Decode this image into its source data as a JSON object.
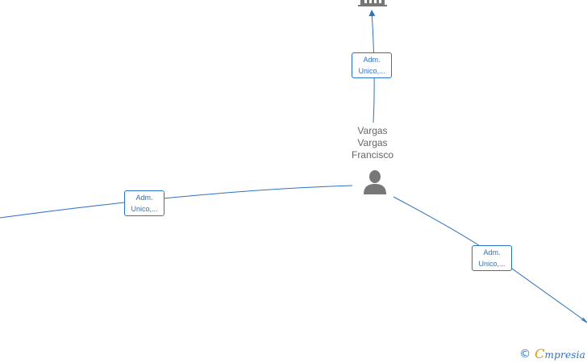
{
  "graph": {
    "person": {
      "name_lines": [
        "Vargas",
        "Vargas",
        "Francisco"
      ]
    },
    "edges": [
      {
        "label_lines": [
          "Adm.",
          "Unico,..."
        ]
      },
      {
        "label_lines": [
          "Adm.",
          "Unico,..."
        ]
      },
      {
        "label_lines": [
          "Adm.",
          "Unico,..."
        ]
      }
    ],
    "icons": {
      "person": "person-icon",
      "company": "building-icon"
    },
    "colors": {
      "edge": "#2b72c9",
      "node_icon": "#777777",
      "text": "#666666",
      "brand_accent": "#f29400"
    }
  },
  "footer": {
    "copyright_symbol": "©",
    "brand_initial": "C",
    "brand_rest": "mpresia"
  }
}
